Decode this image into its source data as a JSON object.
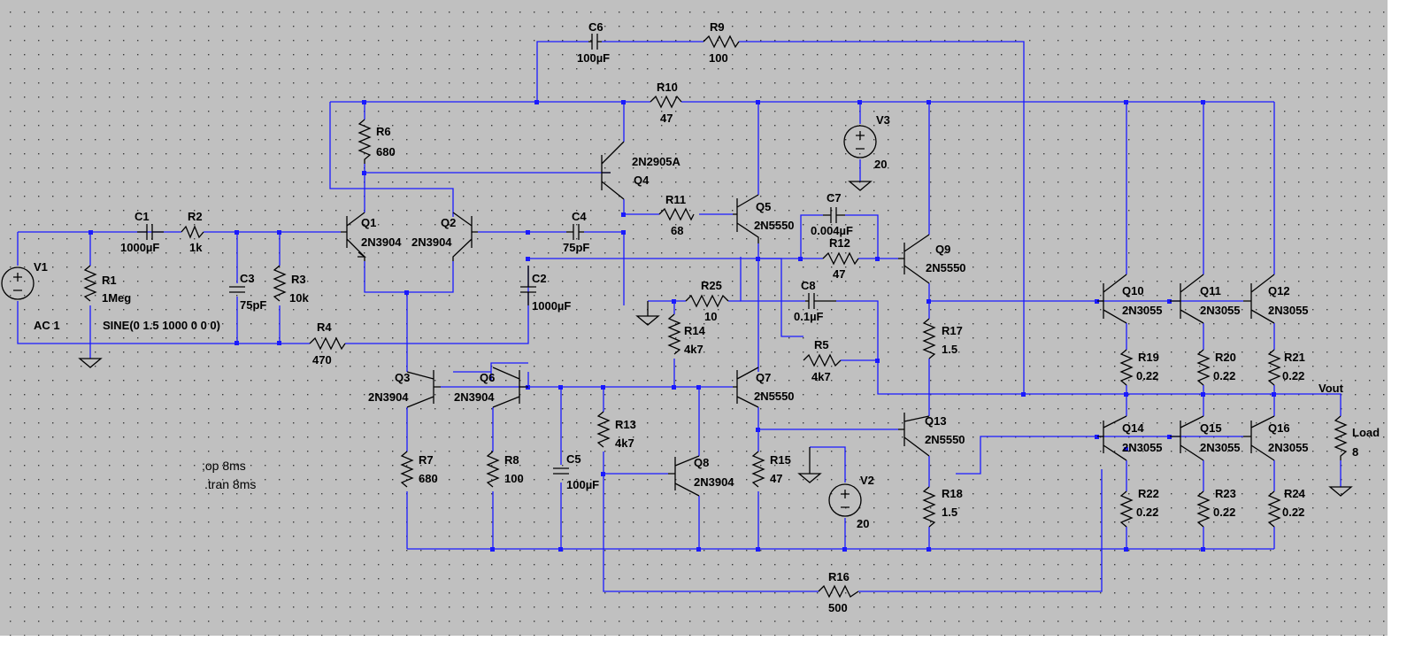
{
  "colors": {
    "background": "#c0c0c0",
    "wire": "#1a1aff",
    "component": "#000000",
    "grid_dot": "#3a3a3a"
  },
  "components": {
    "V1": {
      "ref": "V1",
      "value": "AC 1"
    },
    "V1_tran": "SINE(0 1.5 1000 0 0 0)",
    "V2": {
      "ref": "V2",
      "value": "20"
    },
    "V3": {
      "ref": "V3",
      "value": "20"
    },
    "R1": {
      "ref": "R1",
      "value": "1Meg"
    },
    "R2": {
      "ref": "R2",
      "value": "1k"
    },
    "R3": {
      "ref": "R3",
      "value": "10k"
    },
    "R4": {
      "ref": "R4",
      "value": "470"
    },
    "R5": {
      "ref": "R5",
      "value": "4k7"
    },
    "R6": {
      "ref": "R6",
      "value": "680"
    },
    "R7": {
      "ref": "R7",
      "value": "680"
    },
    "R8": {
      "ref": "R8",
      "value": "100"
    },
    "R9": {
      "ref": "R9",
      "value": "100"
    },
    "R10": {
      "ref": "R10",
      "value": "47"
    },
    "R11": {
      "ref": "R11",
      "value": "68"
    },
    "R12": {
      "ref": "R12",
      "value": "47"
    },
    "R13": {
      "ref": "R13",
      "value": "4k7"
    },
    "R14": {
      "ref": "R14",
      "value": "4k7"
    },
    "R15": {
      "ref": "R15",
      "value": "47"
    },
    "R16": {
      "ref": "R16",
      "value": "500"
    },
    "R17": {
      "ref": "R17",
      "value": "1.5"
    },
    "R18": {
      "ref": "R18",
      "value": "1.5"
    },
    "R19": {
      "ref": "R19",
      "value": "0.22"
    },
    "R20": {
      "ref": "R20",
      "value": "0.22"
    },
    "R21": {
      "ref": "R21",
      "value": "0.22"
    },
    "R22": {
      "ref": "R22",
      "value": "0.22"
    },
    "R23": {
      "ref": "R23",
      "value": "0.22"
    },
    "R24": {
      "ref": "R24",
      "value": "0.22"
    },
    "R25": {
      "ref": "R25",
      "value": "10"
    },
    "Load": {
      "ref": "Load",
      "value": "8"
    },
    "C1": {
      "ref": "C1",
      "value": "1000µF"
    },
    "C2": {
      "ref": "C2",
      "value": "1000µF"
    },
    "C3": {
      "ref": "C3",
      "value": "75pF"
    },
    "C4": {
      "ref": "C4",
      "value": "75pF"
    },
    "C5": {
      "ref": "C5",
      "value": "100µF"
    },
    "C6": {
      "ref": "C6",
      "value": "100µF"
    },
    "C7": {
      "ref": "C7",
      "value": "0.004µF"
    },
    "C8": {
      "ref": "C8",
      "value": "0.1µF"
    },
    "Q1": {
      "ref": "Q1",
      "value": "2N3904"
    },
    "Q2": {
      "ref": "Q2",
      "value": "2N3904"
    },
    "Q3": {
      "ref": "Q3",
      "value": "2N3904"
    },
    "Q4": {
      "ref": "Q4",
      "value": "2N2905A"
    },
    "Q5": {
      "ref": "Q5",
      "value": "2N5550"
    },
    "Q6": {
      "ref": "Q6",
      "value": "2N3904"
    },
    "Q7": {
      "ref": "Q7",
      "value": "2N5550"
    },
    "Q8": {
      "ref": "Q8",
      "value": "2N3904"
    },
    "Q9": {
      "ref": "Q9",
      "value": "2N5550"
    },
    "Q10": {
      "ref": "Q10",
      "value": "2N3055"
    },
    "Q11": {
      "ref": "Q11",
      "value": "2N3055"
    },
    "Q12": {
      "ref": "Q12",
      "value": "2N3055"
    },
    "Q13": {
      "ref": "Q13",
      "value": "2N5550"
    },
    "Q14": {
      "ref": "Q14",
      "value": "2N3055"
    },
    "Q15": {
      "ref": "Q15",
      "value": "2N3055"
    },
    "Q16": {
      "ref": "Q16",
      "value": "2N3055"
    }
  },
  "net_labels": {
    "vout": "Vout"
  },
  "directives": {
    "op": ";op 8ms",
    "tran": ".tran 8ms"
  }
}
